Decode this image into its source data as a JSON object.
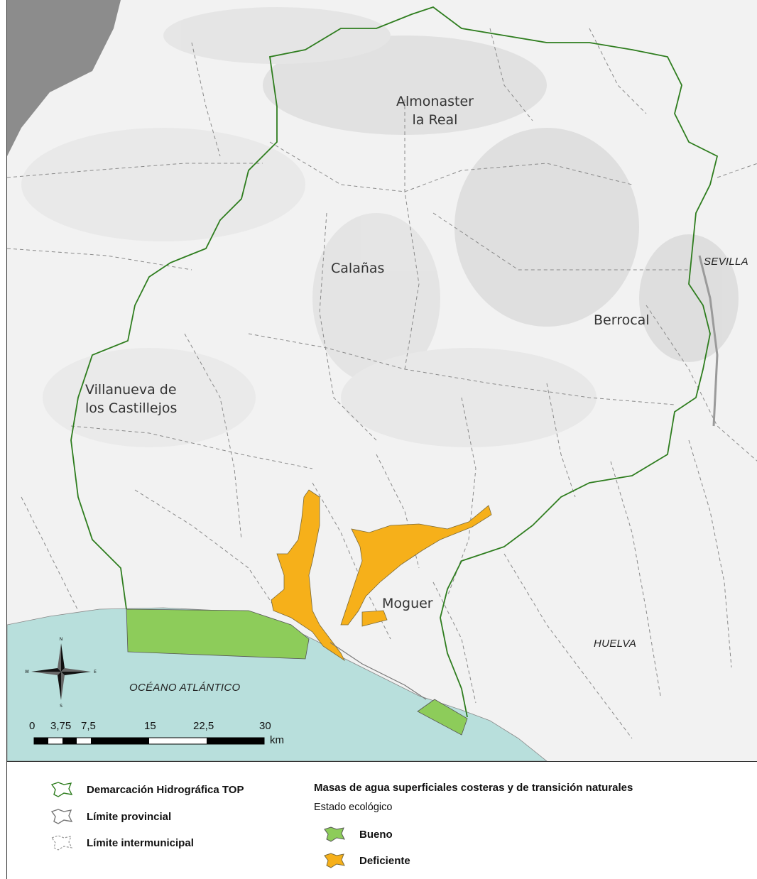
{
  "map": {
    "places": {
      "almonaster": [
        "Almonaster",
        "la Real"
      ],
      "calanas": "Calañas",
      "berrocal": "Berrocal",
      "villanueva": [
        "Villanueva de",
        "los Castillejos"
      ],
      "moguer": "Moguer"
    },
    "regions": {
      "sevilla": "SEVILLA",
      "huelva": "HUELVA",
      "oceano": "OCÉANO ATLÁNTICO"
    },
    "compass": {
      "north": "N",
      "south": "S",
      "east": "E",
      "west": "W"
    },
    "scale_bar": {
      "ticks": [
        "0",
        "3,75",
        "7,5",
        "15",
        "22,5",
        "30"
      ],
      "unit": "km"
    },
    "colors": {
      "boundary": "#2e7d1e",
      "bueno": "#8dcc5a",
      "deficiente": "#f6b01a",
      "sea": "#b8dfdc",
      "land": "#f2f2f2",
      "portugal": "#8c8c8c"
    }
  },
  "legend": {
    "demarcacion": "Demarcación Hidrográfica TOP",
    "limite_provincial": "Límite provincial",
    "limite_intermunicipal": "Límite intermunicipal",
    "masas_title": "Masas de agua superficiales costeras y de transición naturales",
    "estado_title": "Estado ecológico",
    "bueno": "Bueno",
    "deficiente": "Deficiente"
  }
}
